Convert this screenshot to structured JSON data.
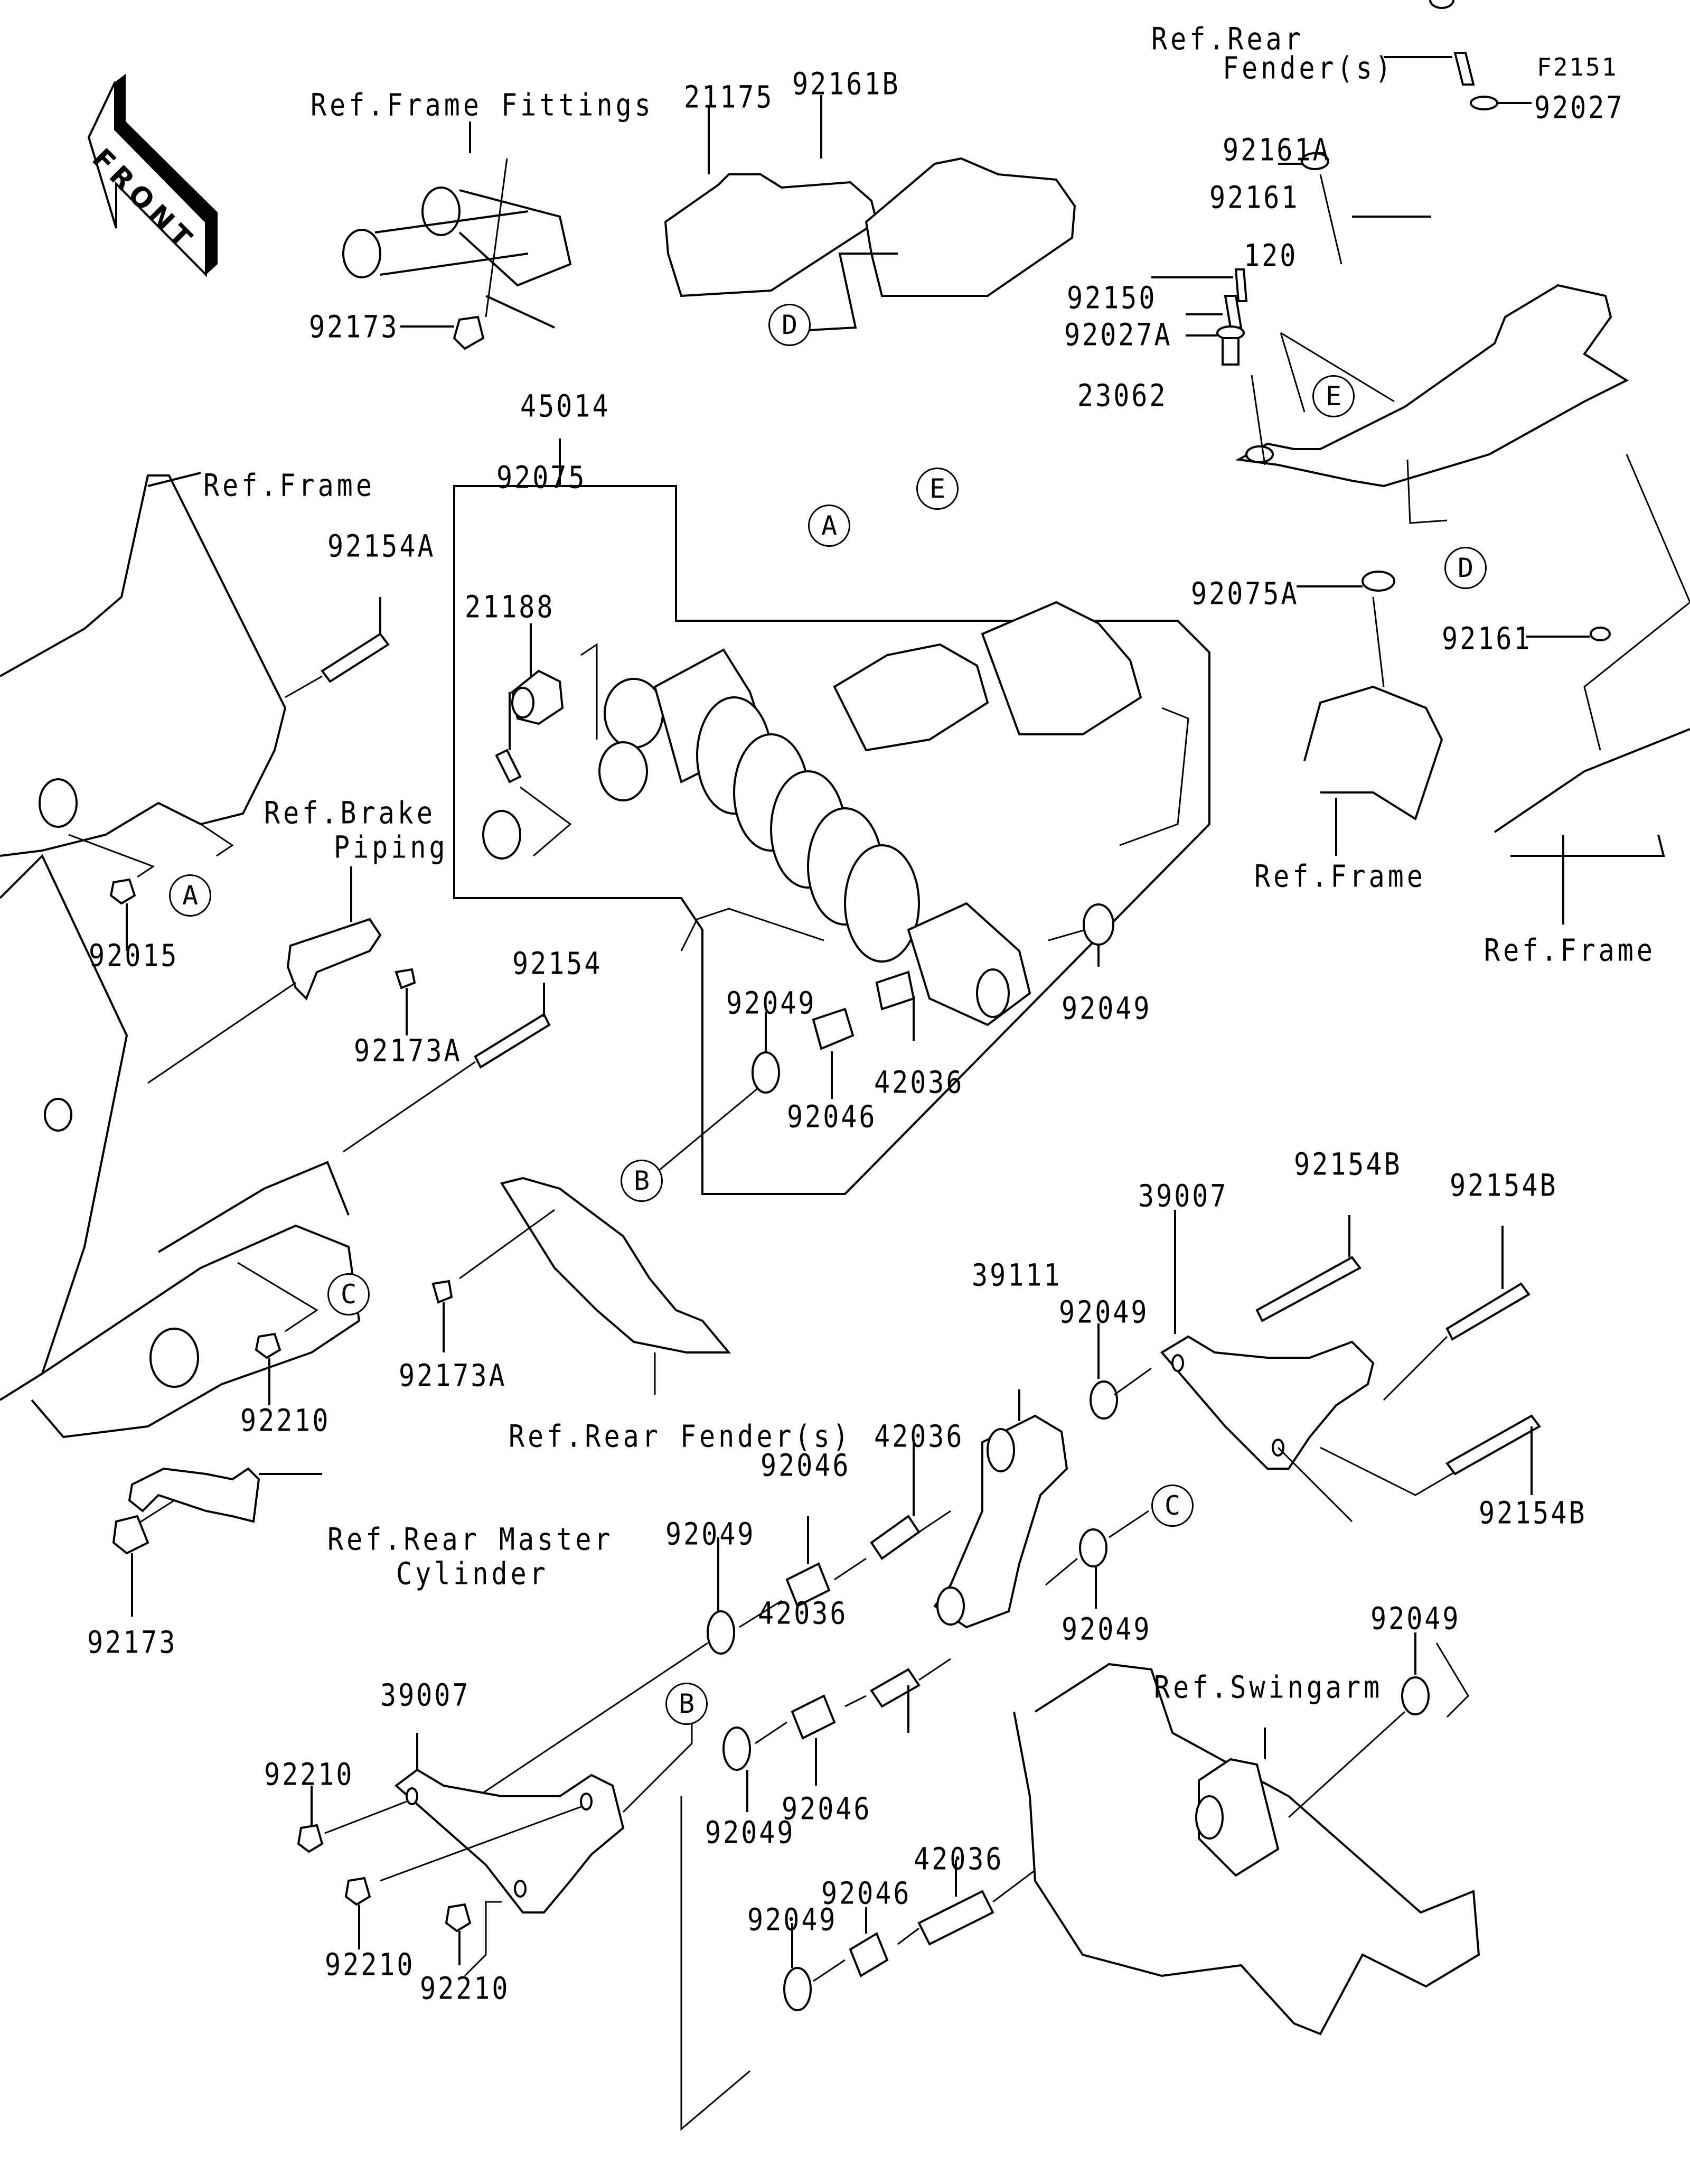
{
  "diagram": {
    "figure_id": "F2151",
    "orientation_marker": "FRONT",
    "references": {
      "frame_fittings": "Ref.Frame Fittings",
      "frame_top": "Ref.Frame",
      "frame_mid": "Ref.Frame",
      "frame_right": "Ref.Frame",
      "brake_piping_line1": "Ref.Brake",
      "brake_piping_line2": "Piping",
      "rear_fender_top_line1": "Ref.Rear",
      "rear_fender_top_line2": "Fender(s)",
      "rear_fender_mid": "Ref.Rear Fender(s)",
      "rear_master_line1": "Ref.Rear Master",
      "rear_master_line2": "Cylinder",
      "swingarm": "Ref.Swingarm"
    },
    "callouts": {
      "A": "A",
      "B": "B",
      "C": "C",
      "D": "D",
      "E": "E"
    },
    "parts": {
      "p21175": "21175",
      "p92161B": "92161B",
      "p92027": "92027",
      "p92161A": "92161A",
      "p92161_top": "92161",
      "p120": "120",
      "p92150": "92150",
      "p92027A": "92027A",
      "p23062": "23062",
      "p92075A": "92075A",
      "p92161_right": "92161",
      "p92173_top": "92173",
      "p45014": "45014",
      "p92075": "92075",
      "p21188": "21188",
      "p92154A": "92154A",
      "p92015": "92015",
      "p92173A_top": "92173A",
      "p92154": "92154",
      "p92049_shock_left": "92049",
      "p92049_shock_right": "92049",
      "p42036_shock": "42036",
      "p92046_shock": "92046",
      "p92210_mid": "92210",
      "p92173A_mid": "92173A",
      "p92154B_1": "92154B",
      "p92154B_2": "92154B",
      "p92154B_3": "92154B",
      "p39007_right": "39007",
      "p92049_link_top": "92049",
      "p39111": "39111",
      "p42036_link_top": "42036",
      "p92046_link_top": "92046",
      "p92049_link_left": "92049",
      "p92049_link_c": "92049",
      "p92049_swing": "92049",
      "p92173_bottom": "92173",
      "p39007_left": "39007",
      "p92210_a": "92210",
      "p42036_link_mid": "42036",
      "p92046_link_mid": "92046",
      "p92049_link_mid": "92049",
      "p92210_b": "92210",
      "p92210_c": "92210",
      "p42036_bottom": "42036",
      "p92046_bottom": "92046",
      "p92049_bottom": "92049"
    }
  }
}
